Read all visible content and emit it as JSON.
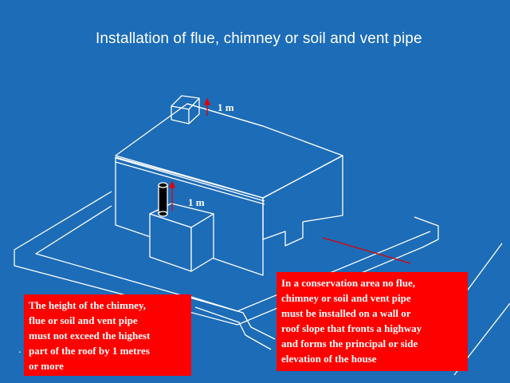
{
  "slide": {
    "title": "Installation of flue, chimney or soil and vent pipe",
    "background_color": "#1c6cb8",
    "line_color": "#ffffff",
    "dimension_color": "#e00000"
  },
  "dimensions": {
    "roof_vent_height": "1 m",
    "chimney_height": "1 m"
  },
  "notes": {
    "height_rule": "The height of the chimney,\nflue or soil and vent pipe\nmust not exceed the highest\npart of the roof by 1 metres\nor more",
    "conservation_rule": "In a conservation area no flue,\nchimney or soil and vent pipe\nmust be installed on a wall or\nroof slope that fronts a highway\nand forms the principal or side\nelevation of the house",
    "bullet": "."
  }
}
